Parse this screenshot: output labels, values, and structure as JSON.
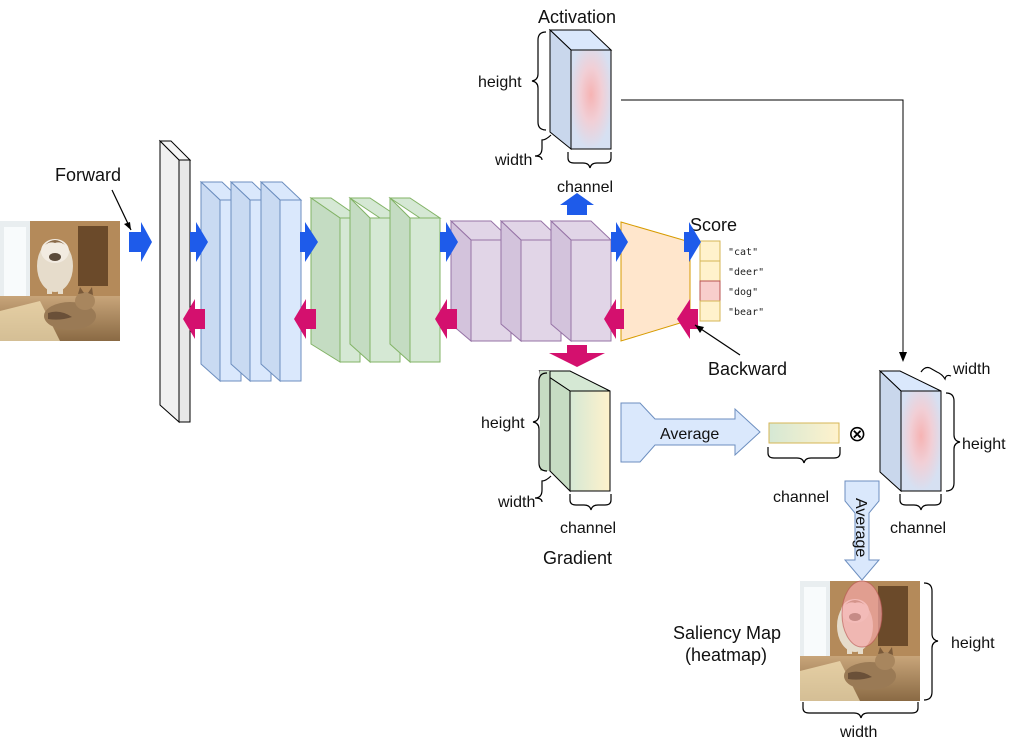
{
  "labels": {
    "forward": "Forward",
    "backward": "Backward",
    "score": "Score",
    "activation": "Activation",
    "gradient": "Gradient",
    "average_arrow": "Average",
    "average_vertical": "Average",
    "saliency_line1": "Saliency Map",
    "saliency_line2": "(heatmap)",
    "multiply": "⊗"
  },
  "dims": {
    "act_height": "height",
    "act_width": "width",
    "act_channel": "channel",
    "grad_height": "height",
    "grad_width": "width",
    "grad_channel": "channel",
    "weights_channel": "channel",
    "act2_width": "width",
    "act2_height": "height",
    "act2_channel": "channel",
    "map_height": "height",
    "map_width": "width"
  },
  "classes": [
    "\"cat\"",
    "\"deer\"",
    "\"dog\"",
    "\"bear\""
  ],
  "highlighted_class": "\"dog\"",
  "colors": {
    "forward_arrow": "#1e5bea",
    "backward_arrow": "#d4106e",
    "block1_fill": "#dae8fc",
    "block1_stroke": "#6c8ebf",
    "block2_fill": "#d5e8d4",
    "block2_stroke": "#82b366",
    "block3_fill": "#e1d5e7",
    "block3_stroke": "#9673a6",
    "fc_fill": "#ffe6cc",
    "fc_stroke": "#d79b00",
    "score_fill": "#fff2cc",
    "score_stroke": "#d6b656",
    "score_highlight": "#f8cecc",
    "score_highlight_stroke": "#b85450",
    "heat": "#f4a6a6"
  }
}
